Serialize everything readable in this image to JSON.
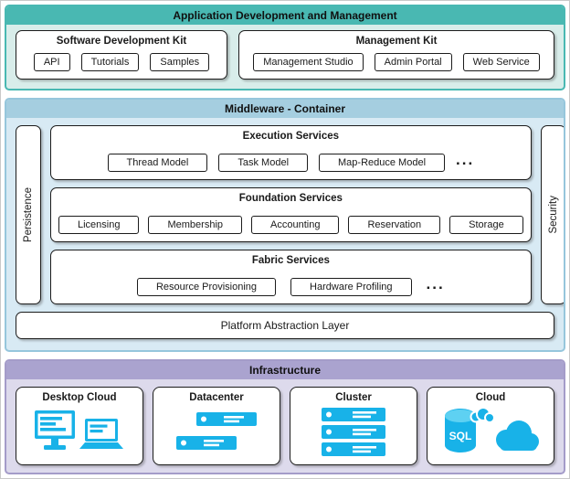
{
  "colors": {
    "app_header": "#49b8b2",
    "app_bg": "#d8edea",
    "middleware_header": "#a5cee0",
    "middleware_bg": "#d8eaf4",
    "infrastructure_header": "#aaa3cf",
    "infrastructure_bg": "#dddaec",
    "icon_accent": "#18b2e8"
  },
  "app": {
    "title": "Application Development and Management",
    "sdk": {
      "title": "Software Development Kit",
      "items": [
        "API",
        "Tutorials",
        "Samples"
      ]
    },
    "management": {
      "title": "Management Kit",
      "items": [
        "Management Studio",
        "Admin Portal",
        "Web Service"
      ]
    }
  },
  "middleware": {
    "title": "Middleware - Container",
    "persistence_label": "Persistence",
    "security_label": "Security",
    "execution": {
      "title": "Execution Services",
      "items": [
        "Thread Model",
        "Task Model",
        "Map-Reduce Model"
      ],
      "more": "..."
    },
    "foundation": {
      "title": "Foundation Services",
      "items": [
        "Licensing",
        "Membership",
        "Accounting",
        "Reservation",
        "Storage"
      ]
    },
    "fabric": {
      "title": "Fabric Services",
      "items": [
        "Resource Provisioning",
        "Hardware Profiling"
      ],
      "more": "..."
    },
    "platform_abstraction_layer": "Platform Abstraction Layer"
  },
  "infrastructure": {
    "title": "Infrastructure",
    "nodes": [
      {
        "label": "Desktop Cloud"
      },
      {
        "label": "Datacenter"
      },
      {
        "label": "Cluster"
      },
      {
        "label": "Cloud"
      }
    ],
    "sql_label": "SQL"
  }
}
